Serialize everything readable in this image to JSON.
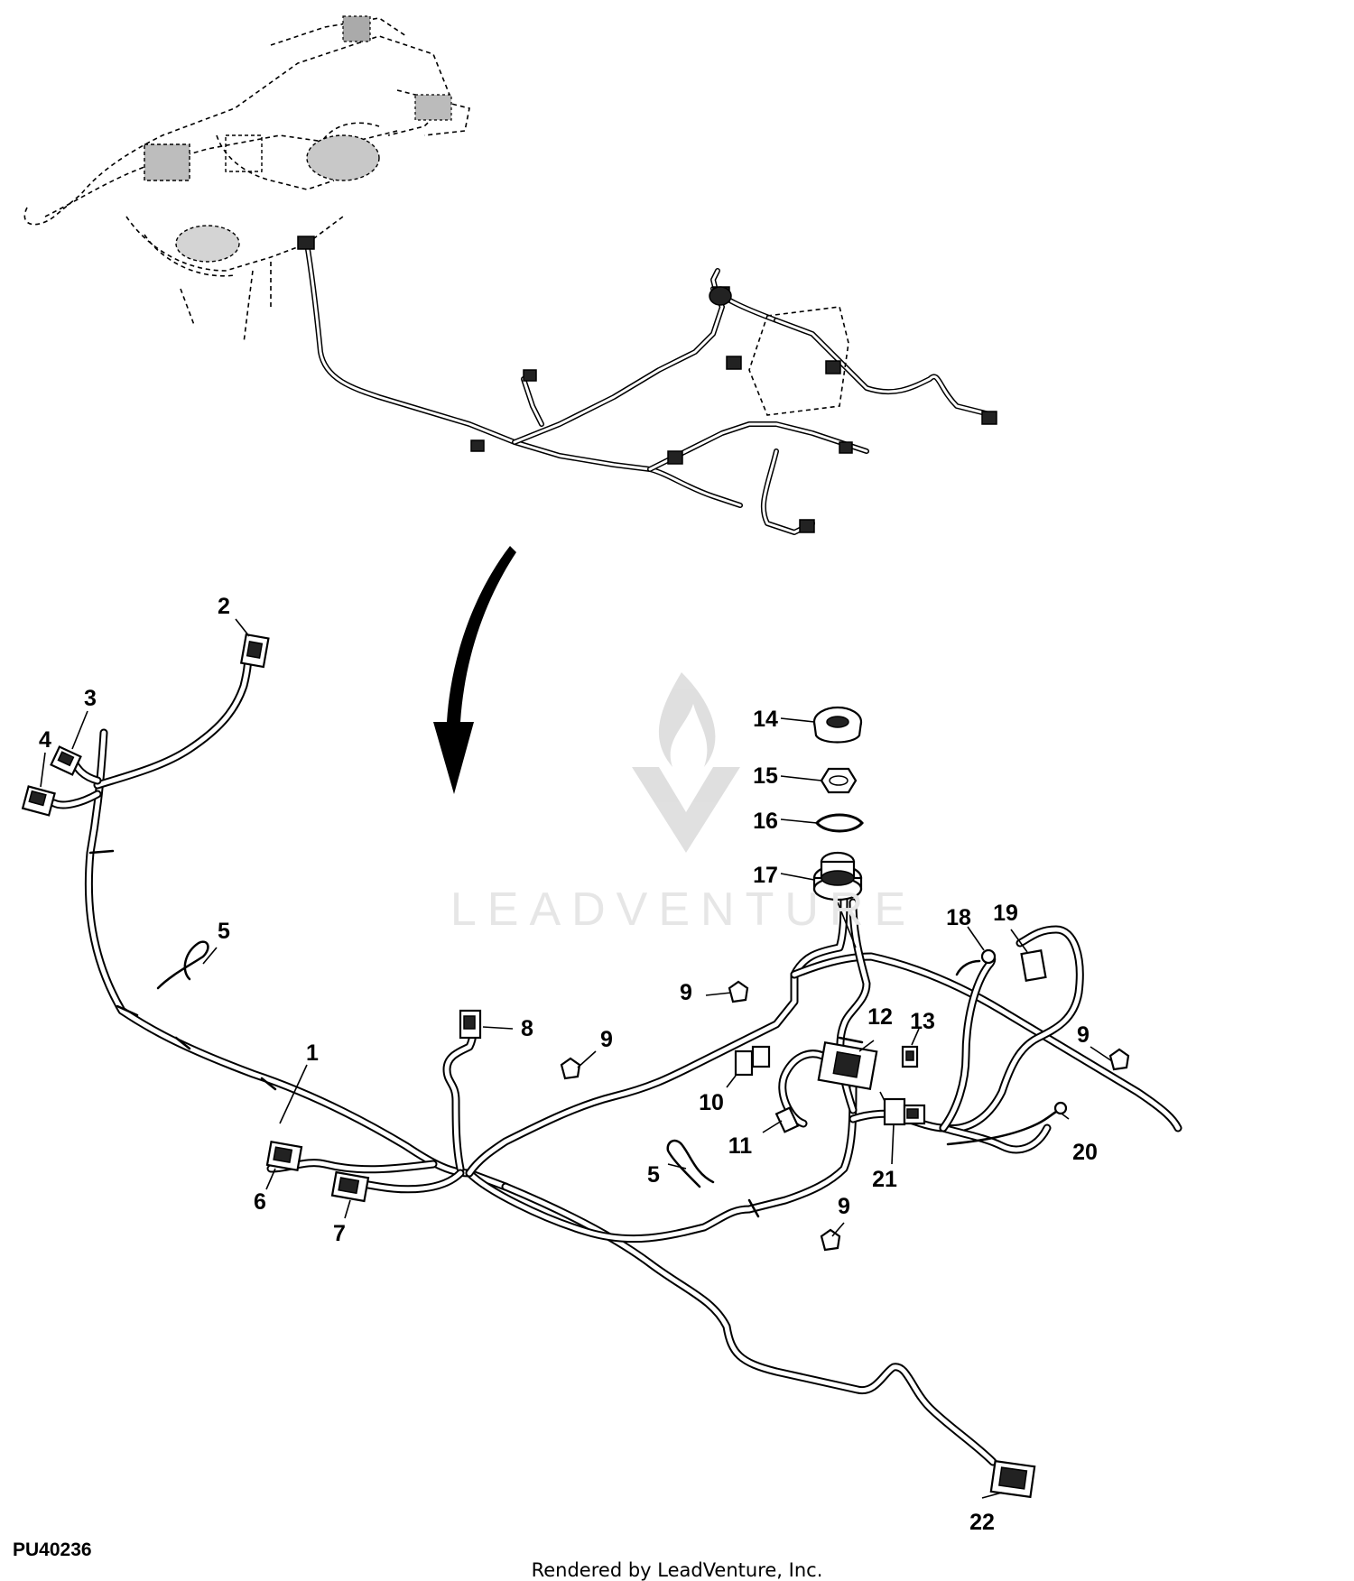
{
  "figure": {
    "id": "PU40236",
    "credit": "Rendered by LeadVenture, Inc.",
    "watermark": "LEADVENTURE"
  },
  "callouts": [
    {
      "label": "1"
    },
    {
      "label": "2"
    },
    {
      "label": "3"
    },
    {
      "label": "4"
    },
    {
      "label": "5"
    },
    {
      "label": "5"
    },
    {
      "label": "6"
    },
    {
      "label": "7"
    },
    {
      "label": "8"
    },
    {
      "label": "9"
    },
    {
      "label": "9"
    },
    {
      "label": "9"
    },
    {
      "label": "9"
    },
    {
      "label": "10"
    },
    {
      "label": "11"
    },
    {
      "label": "12"
    },
    {
      "label": "13"
    },
    {
      "label": "14"
    },
    {
      "label": "15"
    },
    {
      "label": "16"
    },
    {
      "label": "17"
    },
    {
      "label": "18"
    },
    {
      "label": "19"
    },
    {
      "label": "20"
    },
    {
      "label": "21"
    },
    {
      "label": "22"
    }
  ]
}
